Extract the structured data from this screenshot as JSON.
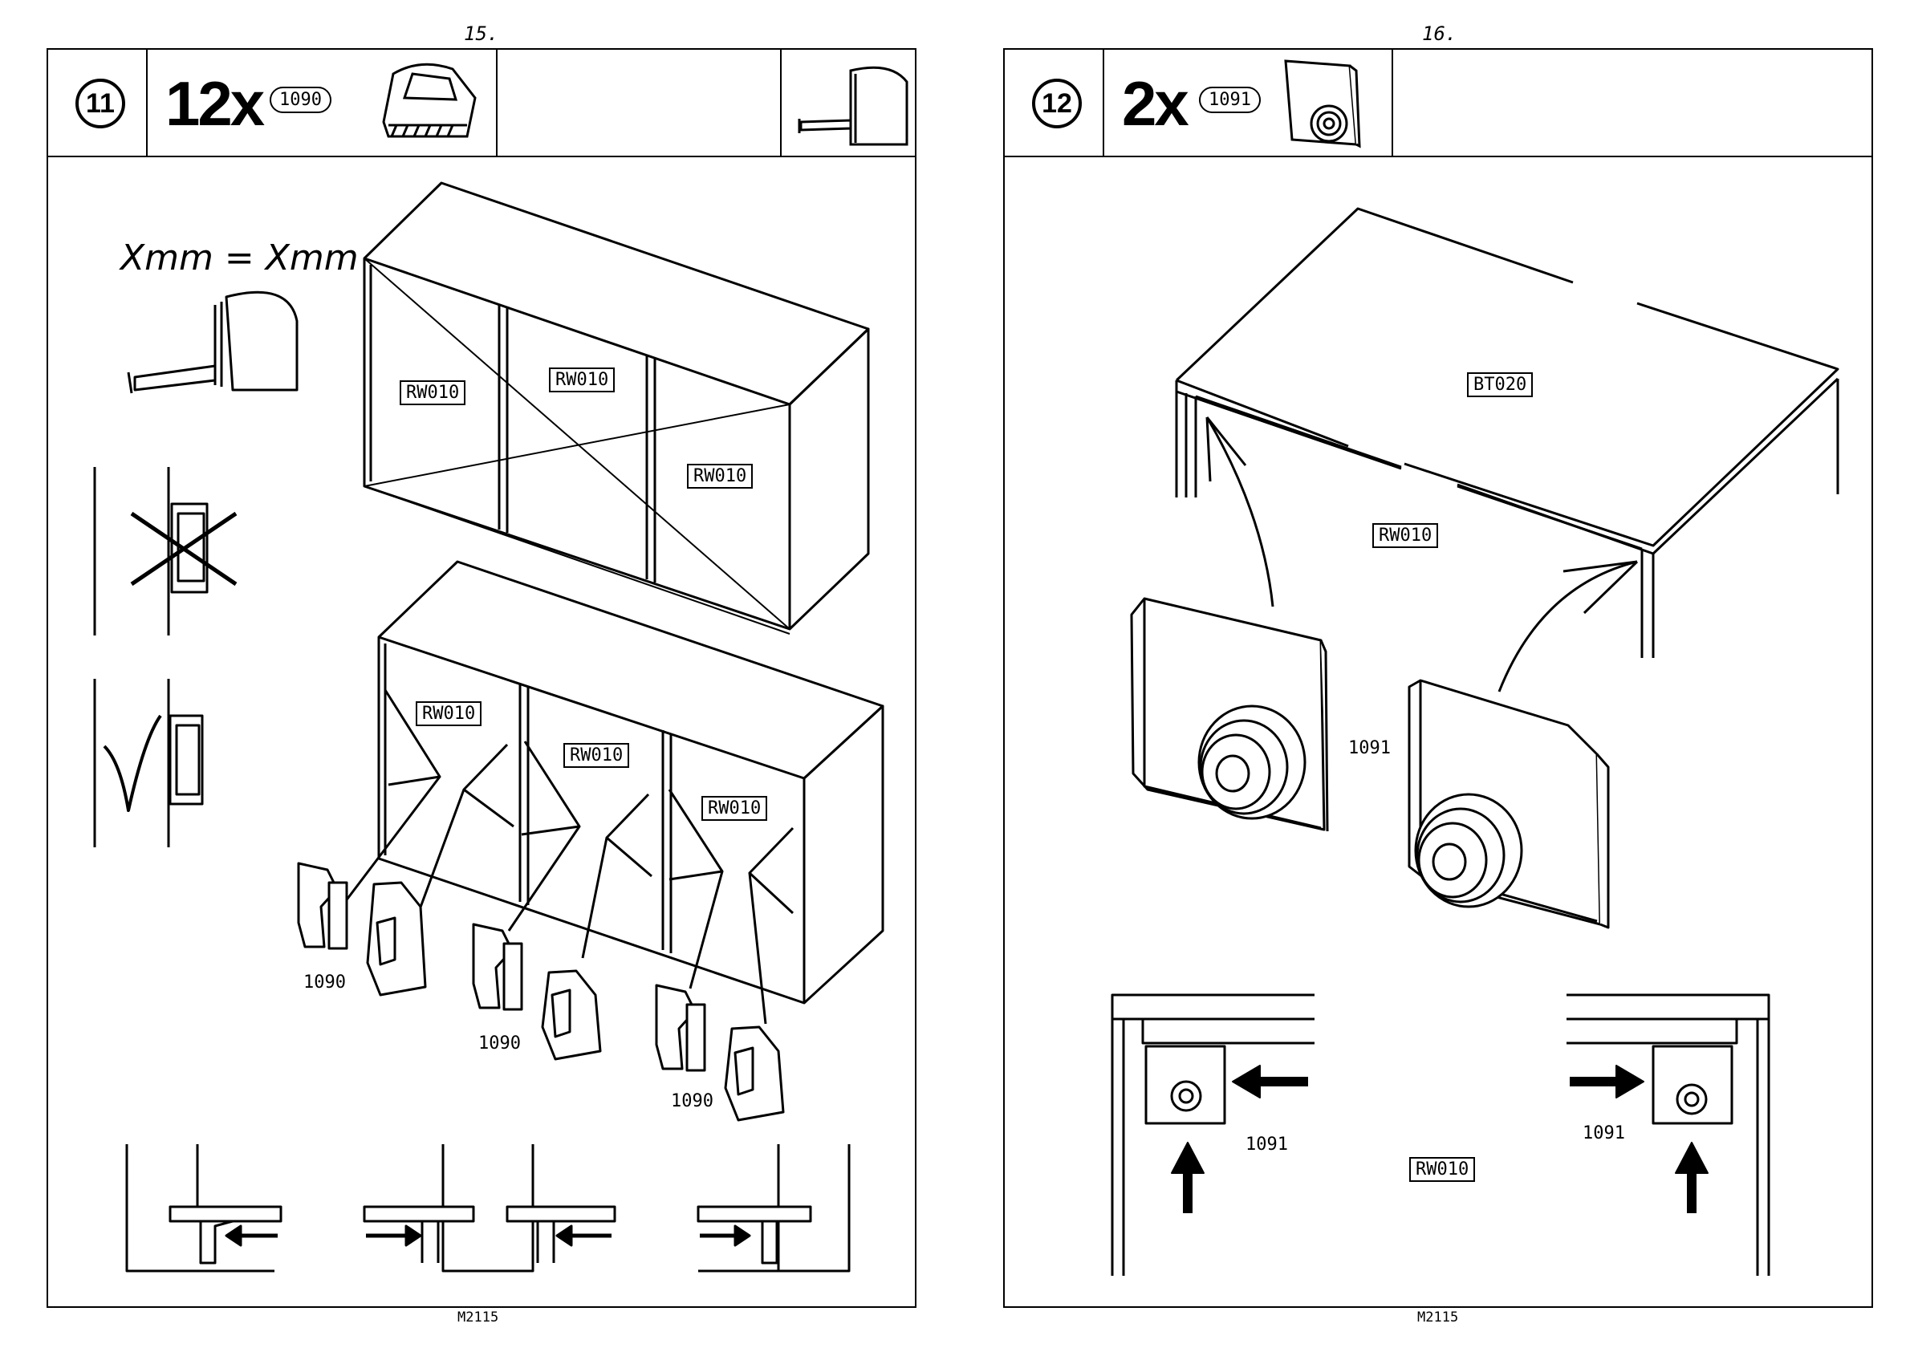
{
  "pages": [
    {
      "page_number": "15.",
      "step": "11",
      "quantity": "12x",
      "part_number": "1090",
      "measure": "Xmm  =  Xmm",
      "labels": [
        "RW010",
        "RW010",
        "RW010",
        "RW010",
        "RW010",
        "RW010"
      ],
      "part_callouts": [
        "1090",
        "1090",
        "1090"
      ],
      "footer": "M2115"
    },
    {
      "page_number": "16.",
      "step": "12",
      "quantity": "2x",
      "part_number": "1091",
      "labels": [
        "BT020",
        "RW010",
        "RW010"
      ],
      "part_callouts": [
        "1091",
        "1091",
        "1091"
      ],
      "footer": "M2115"
    }
  ]
}
